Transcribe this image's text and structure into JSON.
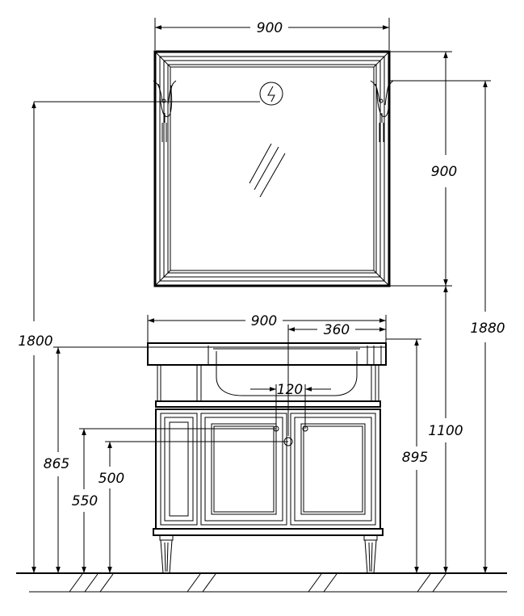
{
  "dimensions": {
    "mirror_width": "900",
    "mirror_height": "900",
    "cabinet_width": "900",
    "sink_offset": "360",
    "tap_spacing": "120",
    "height_1800": "1800",
    "height_1880": "1880",
    "height_1100": "1100",
    "height_865": "865",
    "height_895": "895",
    "height_550": "550",
    "height_500": "500"
  }
}
